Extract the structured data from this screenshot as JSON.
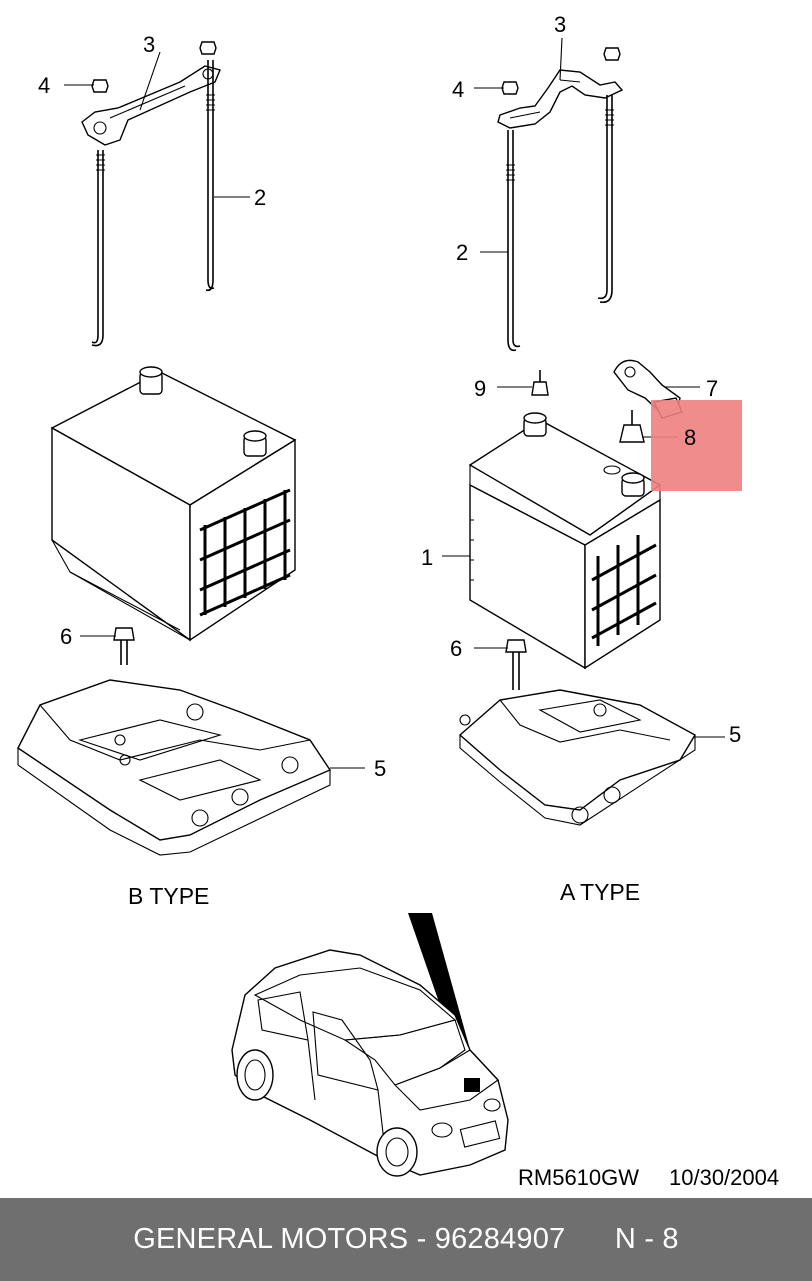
{
  "labels": {
    "b_type": {
      "p3": "3",
      "p4": "4",
      "p2": "2",
      "p6": "6",
      "p5": "5"
    },
    "a_type": {
      "p3": "3",
      "p4": "4",
      "p2": "2",
      "p9": "9",
      "p7": "7",
      "p8": "8",
      "p1": "1",
      "p6": "6",
      "p5": "5"
    }
  },
  "type_labels": {
    "b": "B TYPE",
    "a": "A TYPE"
  },
  "drawing_code": "RM5610GW",
  "drawing_date": "10/30/2004",
  "highlight_color": "#f08080",
  "footer": {
    "brand": "GENERAL MOTORS",
    "separator": " - ",
    "part_number": "96284907",
    "position": "N - 8"
  }
}
